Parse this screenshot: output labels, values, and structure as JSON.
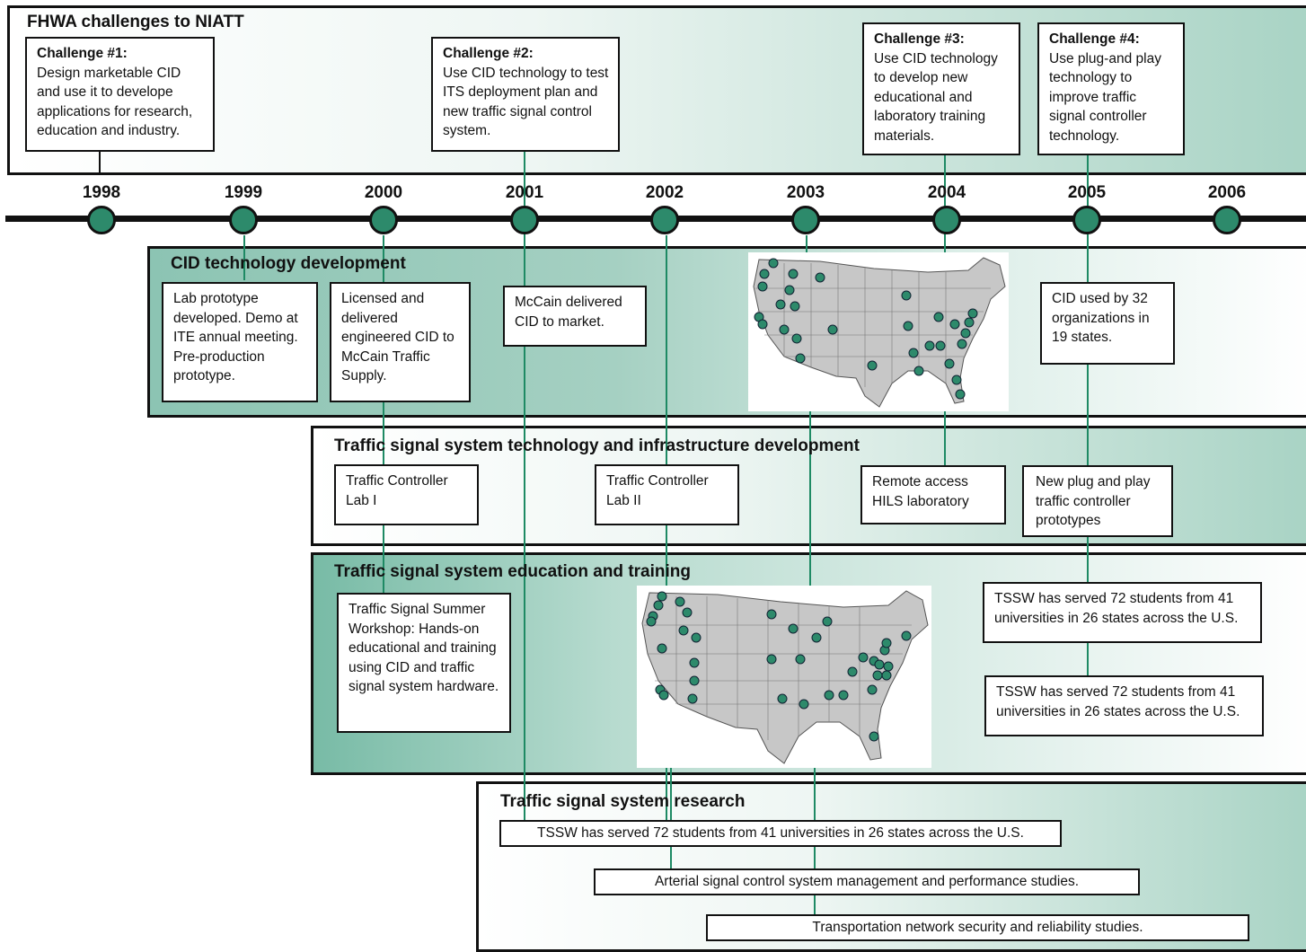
{
  "header": {
    "title": "FHWA challenges to NIATT"
  },
  "challenges": [
    {
      "title": "Challenge #1:",
      "text": "Design marketable CID and use it to develope applications for research, education and industry."
    },
    {
      "title": "Challenge #2:",
      "text": "Use CID technology to test ITS deployment plan and new traffic signal control system."
    },
    {
      "title": "Challenge #3:",
      "text": "Use CID technology to develop new educational and laboratory training materials."
    },
    {
      "title": "Challenge #4:",
      "text": "Use plug-and play technology to improve traffic signal controller technology."
    }
  ],
  "timeline": {
    "years": [
      "1998",
      "1999",
      "2000",
      "2001",
      "2002",
      "2003",
      "2004",
      "2005",
      "2006"
    ]
  },
  "cid_section": {
    "title": "CID technology development",
    "boxes": [
      "Lab prototype developed. Demo at ITE annual meeting. Pre-production prototype.",
      "Licensed and delivered engineered CID to McCain Traffic Supply.",
      "McCain delivered CID to market.",
      "CID used by 32 organizations in 19 states."
    ]
  },
  "infra_section": {
    "title": "Traffic signal system technology and infrastructure development",
    "boxes": [
      "Traffic Controller Lab I",
      "Traffic Controller Lab II",
      "Remote access HILS laboratory",
      "New plug and play traffic controller prototypes"
    ]
  },
  "edu_section": {
    "title": "Traffic signal system education and training",
    "boxes": [
      "Traffic Signal Summer Workshop: Hands-on educational and training using CID and traffic signal system hardware.",
      "TSSW has served 72 students from 41 universities in 26 states across the U.S.",
      "TSSW has served 72 students from 41 universities in 26 states across the U.S."
    ]
  },
  "research_section": {
    "title": "Traffic signal system research",
    "boxes": [
      "TSSW has served 72 students from 41 universities in 26 states across the U.S.",
      "Arterial signal control system management and performance studies.",
      "Transportation network security and reliability studies."
    ]
  },
  "colors": {
    "accent": "#2d8a6b",
    "line": "#1e8a64",
    "panel": "#a8d3c4",
    "map_fill": "#c8c8c8"
  },
  "maps": [
    {
      "name": "cid-usage-map",
      "marker": "green-dot"
    },
    {
      "name": "tssw-participants-map",
      "marker": "green-dot"
    }
  ]
}
